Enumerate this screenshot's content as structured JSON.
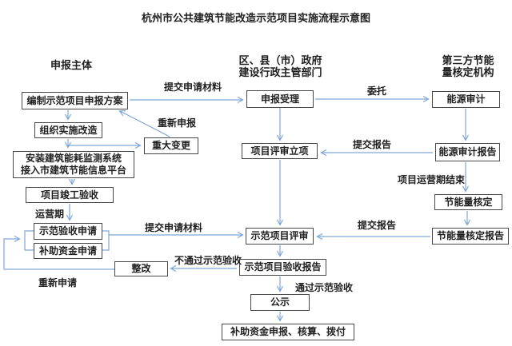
{
  "title": "杭州市公共建筑节能改造示范项目实施流程示意图",
  "headers": {
    "left": "申报主体",
    "center_line1": "区、县（市）政府",
    "center_line2": "建设行政主管部门",
    "right_line1": "第三方节能",
    "right_line2": "量核定机构"
  },
  "nodes": {
    "compile_plan": "编制示范项目申报方案",
    "organize_retrofit": "组织实施改造",
    "major_change": "重大变更",
    "install_monitor_line1": "安装建筑能耗监测系统",
    "install_monitor_line2": "接入市建筑节能信息平台",
    "completion_acceptance": "项目竣工验收",
    "demo_acceptance_apply": "示范验收申请",
    "subsidy_apply": "补助资金申请",
    "rectify": "整改",
    "application_accept": "申报受理",
    "project_review_approval": "项目评审立项",
    "demo_project_review": "示范项目评审",
    "demo_acceptance_report": "示范项目验收报告",
    "publicity": "公示",
    "subsidy_process": "补助资金申报、核算、拨付",
    "energy_audit": "能源审计",
    "energy_audit_report": "能源审计报告",
    "energy_saving_verification": "节能量核定",
    "energy_saving_verification_report": "节能量核定报告"
  },
  "edge_labels": {
    "submit_application_top": "提交申请材料",
    "reapply_declare": "重新申报",
    "entrust": "委托",
    "submit_report_top": "提交报告",
    "operation_period_end": "项目运营期结束",
    "operation_period": "运营期",
    "submit_application_bottom": "提交申请材料",
    "submit_report_bottom": "提交报告",
    "fail_acceptance": "不通过示范验收",
    "pass_acceptance": "通过示范验收",
    "reapply": "重新申请"
  },
  "colors": {
    "arrow": "#7da6d8",
    "box_border": "#474747",
    "text": "#1f1f1f",
    "background": "#ffffff"
  }
}
